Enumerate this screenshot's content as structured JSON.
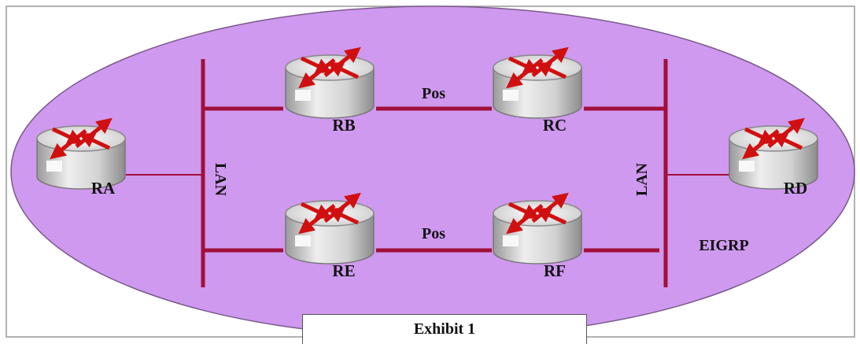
{
  "diagram": {
    "colors": {
      "area_fill": "#cf99ef",
      "link": "#a0103a",
      "router_body": "#dcdcdc",
      "arrow": "#d01010"
    },
    "routers": {
      "ra": "RA",
      "rb": "RB",
      "rc": "RC",
      "rd": "RD",
      "re": "RE",
      "rf": "RF"
    },
    "links": {
      "top_pos": "Pos",
      "bottom_pos": "Pos"
    },
    "lan": {
      "left": "LAN",
      "right": "LAN"
    },
    "protocol": "EIGRP",
    "caption": "Exhibit 1"
  }
}
